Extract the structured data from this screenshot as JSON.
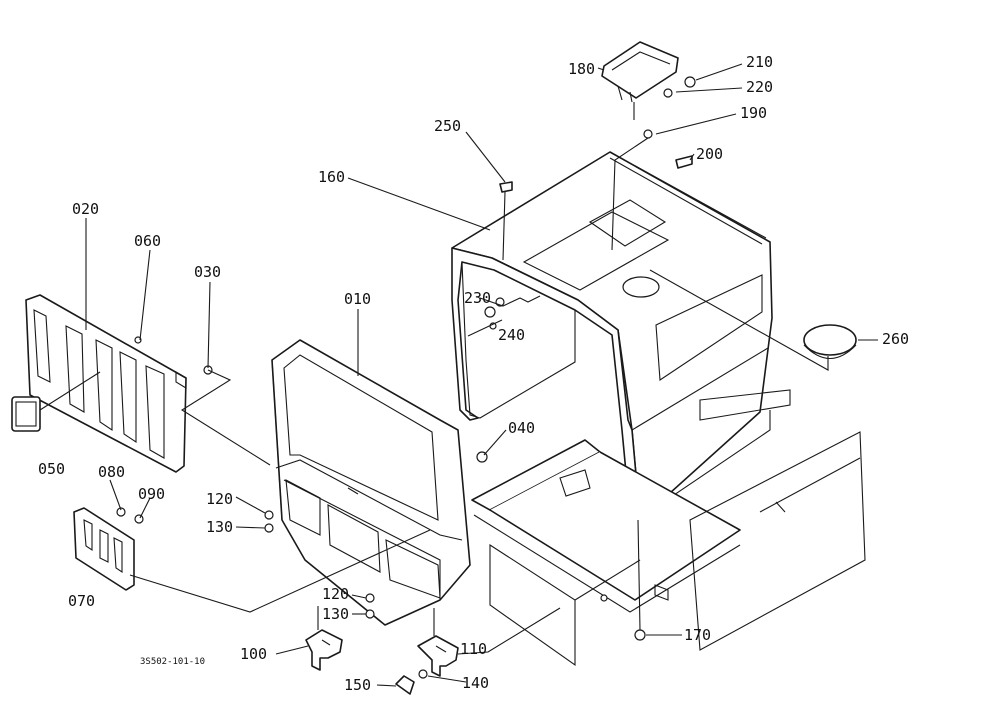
{
  "drawing_code": "3S502-101-10",
  "callouts": {
    "c010": "010",
    "c020": "020",
    "c030": "030",
    "c040": "040",
    "c050": "050",
    "c060": "060",
    "c070": "070",
    "c080": "080",
    "c090": "090",
    "c100": "100",
    "c110": "110",
    "c120a": "120",
    "c120b": "120",
    "c130a": "130",
    "c130b": "130",
    "c140": "140",
    "c150": "150",
    "c160": "160",
    "c170": "170",
    "c180": "180",
    "c190": "190",
    "c200": "200",
    "c210": "210",
    "c220": "220",
    "c230": "230",
    "c240": "240",
    "c250": "250",
    "c260": "260"
  }
}
